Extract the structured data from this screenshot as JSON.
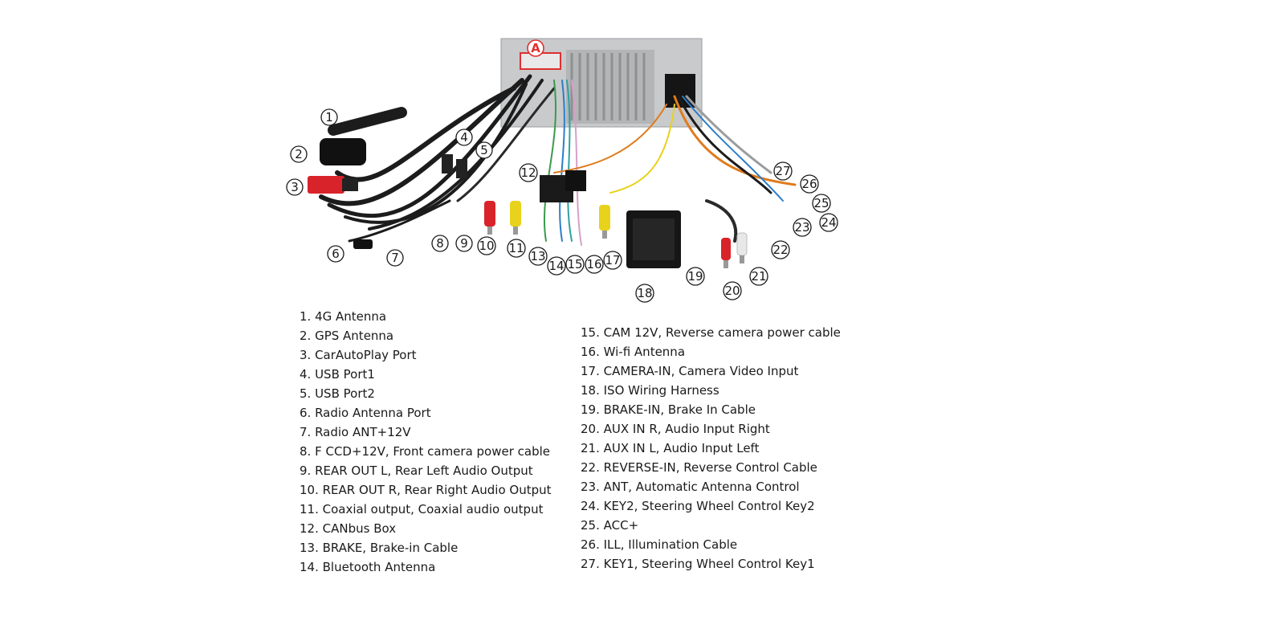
{
  "connector_a_label": "A",
  "legend_left": [
    "1. 4G Antenna",
    "2. GPS Antenna",
    "3. CarAutoPlay Port",
    "4. USB Port1",
    "5. USB Port2",
    "6. Radio Antenna Port",
    "7. Radio ANT+12V",
    "8. F CCD+12V, Front camera power cable",
    "9. REAR OUT L, Rear Left Audio Output",
    "10. REAR OUT R, Rear Right Audio Output",
    "11. Coaxial output, Coaxial audio output",
    "12. CANbus Box",
    "13. BRAKE, Brake-in Cable",
    "14. Bluetooth Antenna"
  ],
  "legend_right": [
    "15. CAM 12V, Reverse camera power cable",
    "16. Wi-fi Antenna",
    "17. CAMERA-IN, Camera Video Input",
    "18. ISO Wiring Harness",
    "19. BRAKE-IN, Brake In Cable",
    "20. AUX IN R, Audio Input Right",
    "21. AUX IN L, Audio Input Left",
    "22. REVERSE-IN, Reverse Control Cable",
    "23. ANT, Automatic Antenna Control",
    "24. KEY2, Steering Wheel Control Key2",
    "25. ACC+",
    "26. ILL, Illumination Cable",
    "27. KEY1, Steering Wheel Control Key1"
  ],
  "callouts": [
    "1",
    "2",
    "3",
    "4",
    "5",
    "6",
    "7",
    "8",
    "9",
    "10",
    "11",
    "12",
    "13",
    "14",
    "15",
    "16",
    "17",
    "18",
    "19",
    "20",
    "21",
    "22",
    "23",
    "24",
    "25",
    "26",
    "27"
  ],
  "colors": {
    "unit_body": "#c8cacc",
    "cable_black": "#1c1c1c",
    "connector_red": "#d8232a",
    "rca_yellow": "#e8d21c",
    "connector_frame_red": "#e03030"
  }
}
